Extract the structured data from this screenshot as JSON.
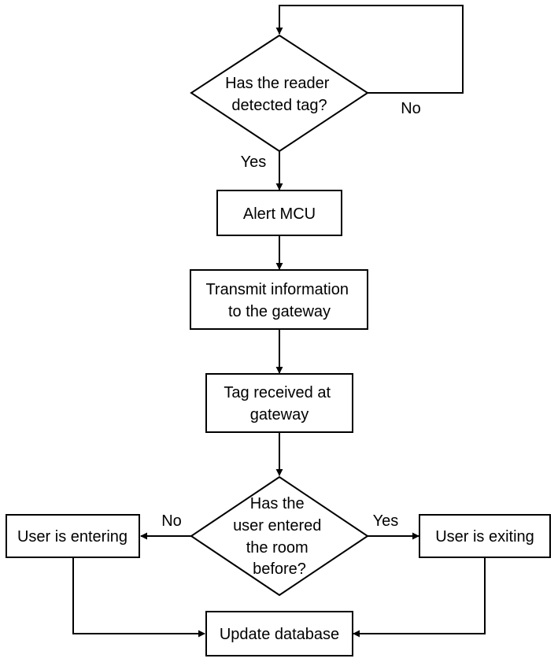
{
  "colors": {
    "stroke": "#000000",
    "fill": "#ffffff",
    "text": "#000000"
  },
  "nodes": {
    "detect": {
      "shape": "decision",
      "lines": [
        "Has the reader",
        "detected tag?"
      ]
    },
    "alert": {
      "shape": "process",
      "lines": [
        "Alert MCU"
      ]
    },
    "transmit": {
      "shape": "process",
      "lines": [
        "Transmit information",
        "to the gateway"
      ]
    },
    "received": {
      "shape": "process",
      "lines": [
        "Tag received at",
        "gateway"
      ]
    },
    "entered": {
      "shape": "decision",
      "lines": [
        "Has the",
        "user entered",
        "the room",
        "before?"
      ]
    },
    "entering": {
      "shape": "process",
      "lines": [
        "User is entering"
      ]
    },
    "exiting": {
      "shape": "process",
      "lines": [
        "User is exiting"
      ]
    },
    "update": {
      "shape": "process",
      "lines": [
        "Update database"
      ]
    }
  },
  "edges": {
    "detect_no": {
      "from": "detect",
      "to": "detect",
      "label": "No"
    },
    "detect_yes": {
      "from": "detect",
      "to": "alert",
      "label": "Yes"
    },
    "alert_transmit": {
      "from": "alert",
      "to": "transmit",
      "label": ""
    },
    "transmit_received": {
      "from": "transmit",
      "to": "received",
      "label": ""
    },
    "received_entered": {
      "from": "received",
      "to": "entered",
      "label": ""
    },
    "entered_no": {
      "from": "entered",
      "to": "entering",
      "label": "No"
    },
    "entered_yes": {
      "from": "entered",
      "to": "exiting",
      "label": "Yes"
    },
    "entering_update": {
      "from": "entering",
      "to": "update",
      "label": ""
    },
    "exiting_update": {
      "from": "exiting",
      "to": "update",
      "label": ""
    }
  }
}
